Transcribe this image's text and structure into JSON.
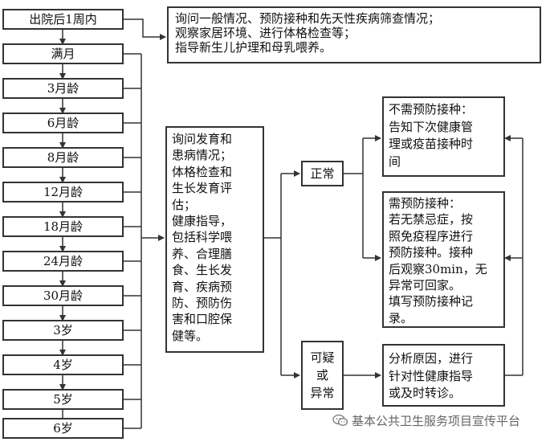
{
  "stages": [
    "出院后1周内",
    "满月",
    "3月龄",
    "6月龄",
    "8月龄",
    "12月龄",
    "18月龄",
    "24月龄",
    "30月龄",
    "3岁",
    "4岁",
    "5岁",
    "6岁"
  ],
  "first_visit_box": {
    "lines": [
      "询问一般情况、预防接种和先天性疾病筛查情况；",
      "观察家居环境、进行体格检查等；",
      "指导新生儿护理和母乳喂养。"
    ]
  },
  "routine_box": {
    "lines": [
      "询问发育和",
      "患病情况；",
      "体格检查和",
      "生长发育评",
      "估；",
      "健康指导，",
      "包括科学喂",
      "养、合理膳",
      "食、生长发",
      "育、疾病预",
      "防、预防伤",
      "害和口腔保",
      "健等。"
    ]
  },
  "normal_box": {
    "label": "正常"
  },
  "abnormal_box": {
    "lines": [
      "可疑",
      "或",
      "异常"
    ]
  },
  "no_vaccine_box": {
    "lines": [
      "不需预防接种：",
      "告知下次健康管",
      "理或疫苗接种时",
      "间"
    ]
  },
  "vaccine_box": {
    "lines": [
      "需预防接种：",
      "若无禁忌症，按",
      "照免疫程序进行",
      "预防接种。接种",
      "后观察30min，无",
      "异常可回家。",
      "填写预防接种记",
      "录。"
    ]
  },
  "analysis_box": {
    "lines": [
      "分析原因，进行",
      "针对性健康指导",
      "或及时转诊。"
    ]
  },
  "watermark": {
    "text": "基本公共卫生服务项目宣传平台",
    "icon": "wechat-icon"
  },
  "colors": {
    "line": "#333333",
    "watermark": "#666666"
  }
}
